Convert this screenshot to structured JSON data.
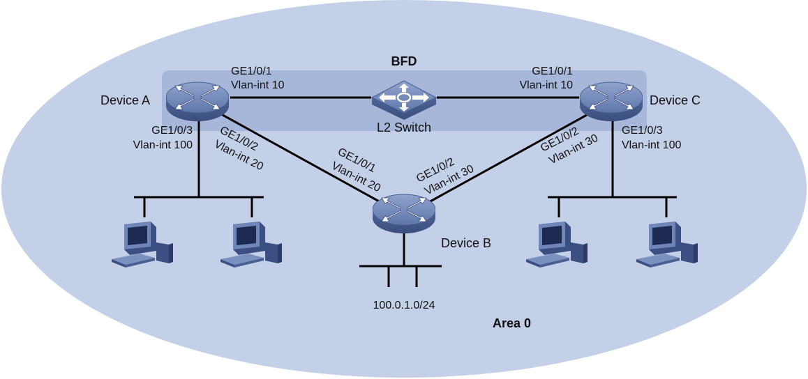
{
  "area": {
    "label": "Area 0"
  },
  "bfd": {
    "label": "BFD"
  },
  "devices": {
    "a": {
      "name": "Device A"
    },
    "b": {
      "name": "Device B"
    },
    "c": {
      "name": "Device C"
    },
    "switch": {
      "name": "L2 Switch"
    }
  },
  "interfaces": {
    "a_ge1": {
      "port": "GE1/0/1",
      "vlan": "Vlan-int 10"
    },
    "a_ge2": {
      "port": "GE1/0/2",
      "vlan": "Vlan-int 20"
    },
    "a_ge3": {
      "port": "GE1/0/3",
      "vlan": "Vlan-int 100"
    },
    "c_ge1": {
      "port": "GE1/0/1",
      "vlan": "Vlan-int 10"
    },
    "c_ge2": {
      "port": "GE1/0/2",
      "vlan": "Vlan-int 30"
    },
    "c_ge3": {
      "port": "GE1/0/3",
      "vlan": "Vlan-int 100"
    },
    "b_ge1": {
      "port": "GE1/0/1",
      "vlan": "Vlan-int 20"
    },
    "b_ge2": {
      "port": "GE1/0/2",
      "vlan": "Vlan-int 30"
    }
  },
  "network": {
    "subnet": "100.0.1.0/24"
  },
  "icons": {
    "router": "router-icon",
    "switch": "switch-icon",
    "host": "pc-icon"
  },
  "colors": {
    "area_fill": "#c3d0e8",
    "bfd_fill": "#a6b7da",
    "device": "#6f86b9",
    "line": "#000000"
  }
}
